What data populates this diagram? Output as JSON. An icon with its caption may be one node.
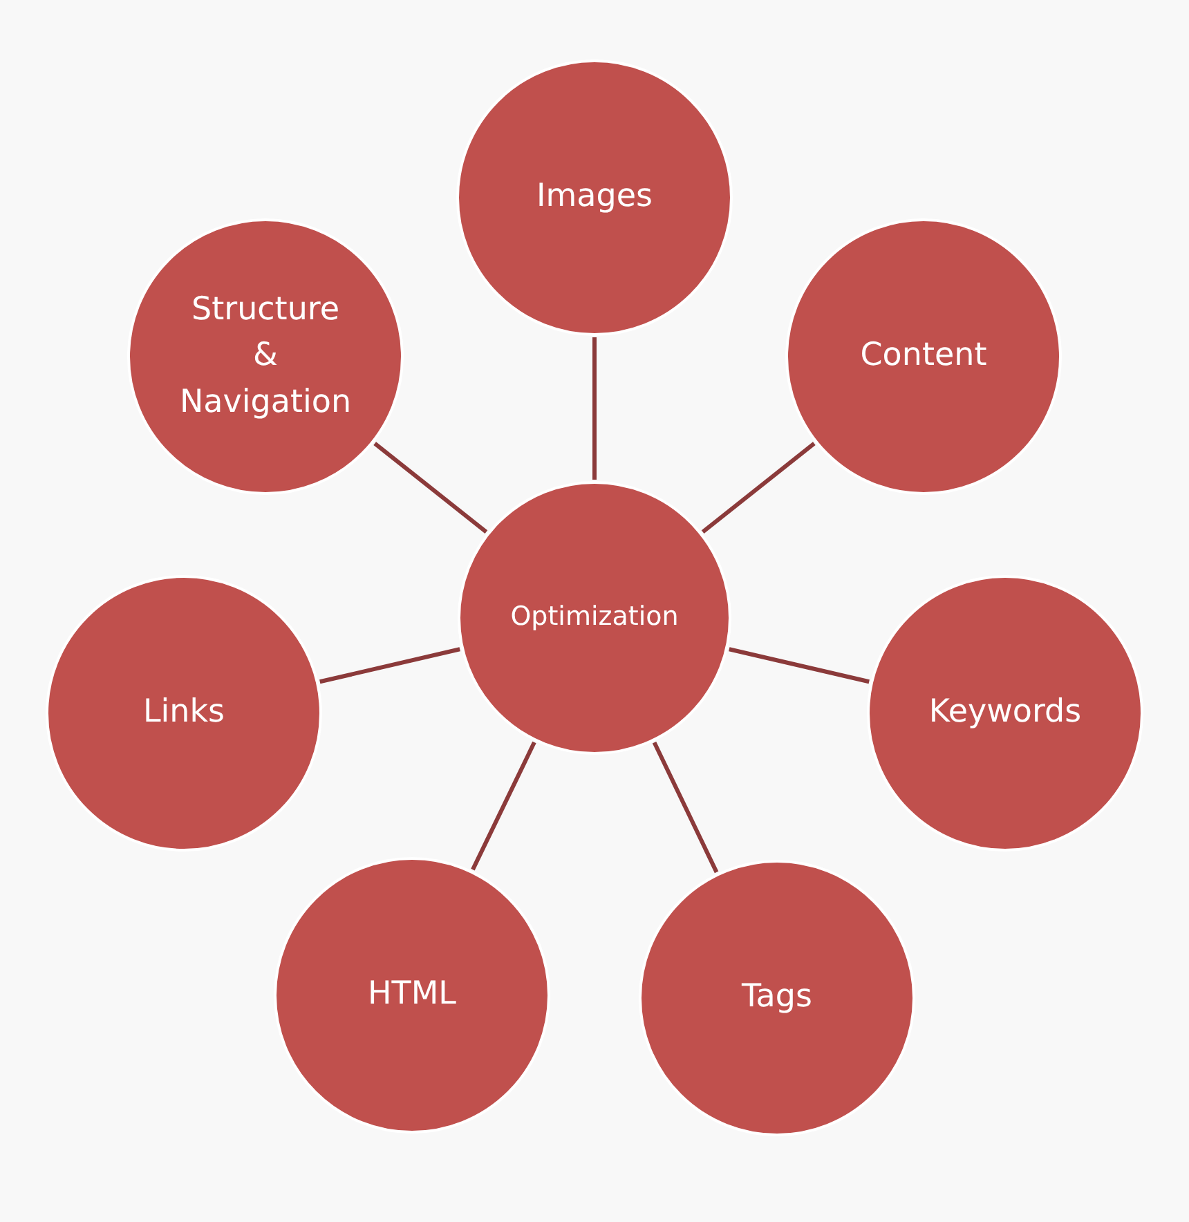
{
  "diagram": {
    "nodes": [
      {
        "text": [
          "Images"
        ]
      },
      {
        "text": [
          "Structure & Navigation"
        ]
      },
      {
        "text": [
          "Content"
        ]
      },
      {
        "text": [
          "Optimization"
        ]
      },
      {
        "text": [
          "Links"
        ]
      },
      {
        "text": [
          "Keywords"
        ]
      },
      {
        "text": [
          "HTML"
        ]
      },
      {
        "text": [
          "Tags"
        ]
      }
    ],
    "edges": [
      {
        "from": 3,
        "to": 0,
        "arrow": "none"
      },
      {
        "from": 3,
        "to": 2,
        "arrow": "none"
      },
      {
        "from": 3,
        "to": 5,
        "arrow": "none"
      },
      {
        "from": 3,
        "to": 7,
        "arrow": "none"
      },
      {
        "from": 3,
        "to": 6,
        "arrow": "none"
      },
      {
        "from": 3,
        "to": 4,
        "arrow": "none"
      },
      {
        "from": 3,
        "to": 1,
        "arrow": "none"
      }
    ]
  }
}
